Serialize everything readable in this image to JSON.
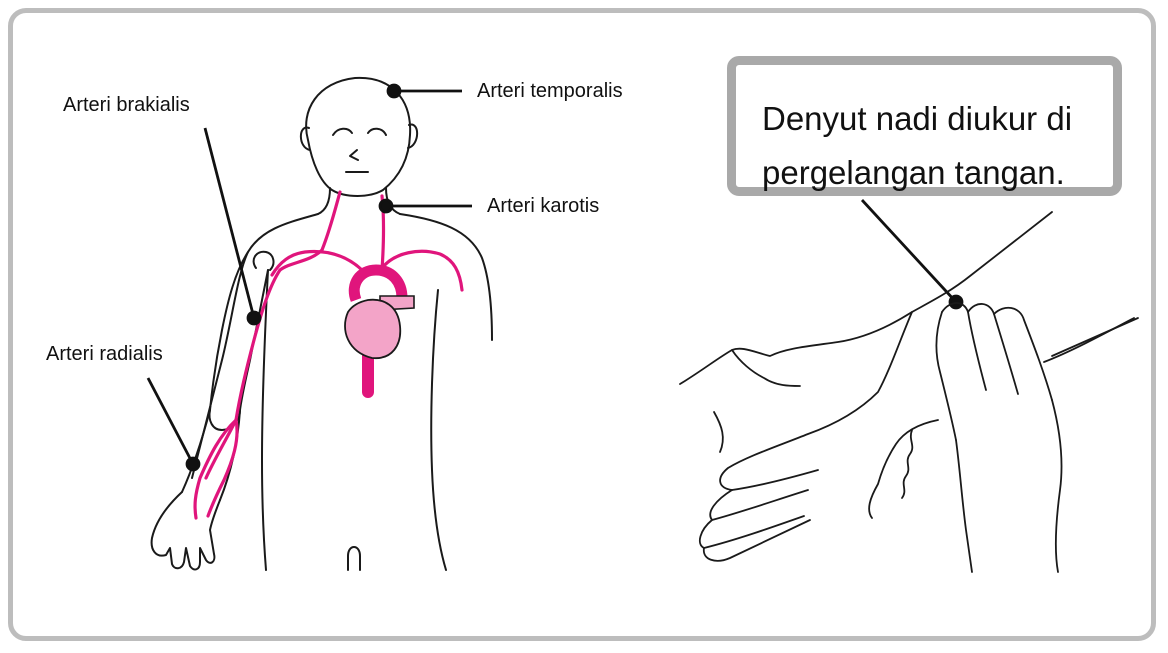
{
  "labels": {
    "temporal": "Arteri temporalis",
    "brachial": "Arteri brakialis",
    "carotid": "Arteri karotis",
    "radial": "Arteri radialis"
  },
  "callout": {
    "line1": "Denyut nadi diukur di",
    "line2": "pergelangan tangan."
  },
  "colors": {
    "artery": "#e0157c",
    "heart_fill": "#f3a4c8",
    "frame": "#bdbdbd",
    "callout_border": "#a9a9a9",
    "ink": "#111111"
  }
}
